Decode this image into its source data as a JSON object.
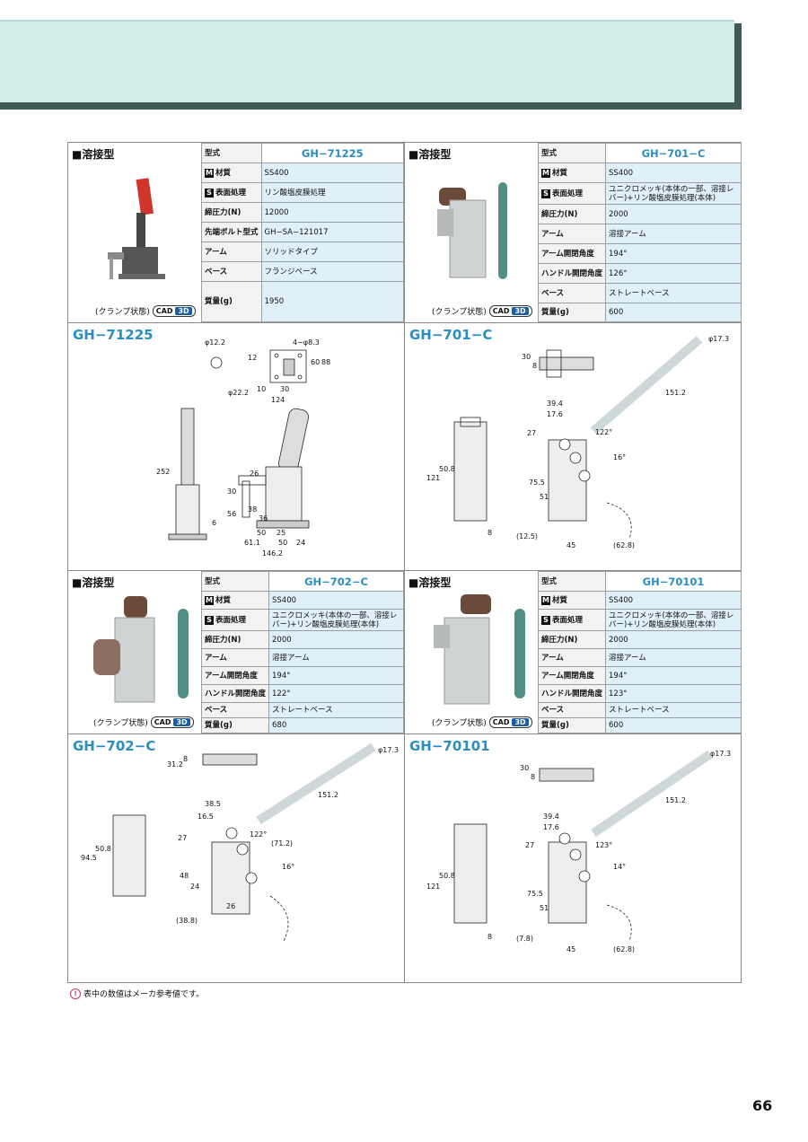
{
  "page": {
    "number": "66"
  },
  "note": {
    "icon": "info-icon",
    "text": "表中の数値はメーカ参考値です。"
  },
  "products": [
    {
      "section": "■溶接型",
      "model_label": "型式",
      "model": "GH−71225",
      "specs": [
        {
          "badge": "M",
          "label": "材質",
          "value": "SS400"
        },
        {
          "badge": "S",
          "label": "表面処理",
          "value": "リン酸塩皮膜処理"
        },
        {
          "badge": "",
          "label": "締圧力(N)",
          "value": "12000"
        },
        {
          "badge": "",
          "label": "先端ボルト型式",
          "value": "GH−SA−121017"
        },
        {
          "badge": "",
          "label": "アーム",
          "value": "ソリッドタイプ"
        },
        {
          "badge": "",
          "label": "ベース",
          "value": "フランジベース"
        },
        {
          "badge": "",
          "label": "質量(g)",
          "value": "1950"
        }
      ],
      "caption": "(クランプ状態)",
      "cad": "CAD",
      "cad3d": "3D",
      "drawing_title": "GH−71225"
    },
    {
      "section": "■溶接型",
      "model_label": "型式",
      "model": "GH−701−C",
      "specs": [
        {
          "badge": "M",
          "label": "材質",
          "value": "SS400"
        },
        {
          "badge": "S",
          "label": "表面処理",
          "value": "ユニクロメッキ(本体の一部、溶接レバー)+リン酸塩皮膜処理(本体)"
        },
        {
          "badge": "",
          "label": "締圧力(N)",
          "value": "2000"
        },
        {
          "badge": "",
          "label": "アーム",
          "value": "溶接アーム"
        },
        {
          "badge": "",
          "label": "アーム開閉角度",
          "value": "194°"
        },
        {
          "badge": "",
          "label": "ハンドル開閉角度",
          "value": "126°"
        },
        {
          "badge": "",
          "label": "ベース",
          "value": "ストレートベース"
        },
        {
          "badge": "",
          "label": "質量(g)",
          "value": "600"
        }
      ],
      "caption": "(クランプ状態)",
      "cad": "CAD",
      "cad3d": "3D",
      "drawing_title": "GH−701−C"
    },
    {
      "section": "■溶接型",
      "model_label": "型式",
      "model": "GH−702−C",
      "specs": [
        {
          "badge": "M",
          "label": "材質",
          "value": "SS400"
        },
        {
          "badge": "S",
          "label": "表面処理",
          "value": "ユニクロメッキ(本体の一部、溶接レバー)+リン酸塩皮膜処理(本体)"
        },
        {
          "badge": "",
          "label": "締圧力(N)",
          "value": "2000"
        },
        {
          "badge": "",
          "label": "アーム",
          "value": "溶接アーム"
        },
        {
          "badge": "",
          "label": "アーム開閉角度",
          "value": "194°"
        },
        {
          "badge": "",
          "label": "ハンドル開閉角度",
          "value": "122°"
        },
        {
          "badge": "",
          "label": "ベース",
          "value": "ストレートベース"
        },
        {
          "badge": "",
          "label": "質量(g)",
          "value": "680"
        }
      ],
      "caption": "(クランプ状態)",
      "cad": "CAD",
      "cad3d": "3D",
      "drawing_title": "GH−702−C"
    },
    {
      "section": "■溶接型",
      "model_label": "型式",
      "model": "GH−70101",
      "specs": [
        {
          "badge": "M",
          "label": "材質",
          "value": "SS400"
        },
        {
          "badge": "S",
          "label": "表面処理",
          "value": "ユニクロメッキ(本体の一部、溶接レバー)+リン酸塩皮膜処理(本体)"
        },
        {
          "badge": "",
          "label": "締圧力(N)",
          "value": "2000"
        },
        {
          "badge": "",
          "label": "アーム",
          "value": "溶接アーム"
        },
        {
          "badge": "",
          "label": "アーム開閉角度",
          "value": "194°"
        },
        {
          "badge": "",
          "label": "ハンドル開閉角度",
          "value": "123°"
        },
        {
          "badge": "",
          "label": "ベース",
          "value": "ストレートベース"
        },
        {
          "badge": "",
          "label": "質量(g)",
          "value": "600"
        }
      ],
      "caption": "(クランプ状態)",
      "cad": "CAD",
      "cad3d": "3D",
      "drawing_title": "GH−70101"
    }
  ],
  "dims": {
    "d1": [
      "φ12.2",
      "12",
      "4−φ8.3",
      "60",
      "88",
      "φ22.2",
      "10",
      "30",
      "124",
      "252",
      "30",
      "26",
      "56",
      "38",
      "36",
      "6",
      "50",
      "25",
      "61.1",
      "50",
      "24",
      "146.2"
    ],
    "d2": [
      "φ17.3",
      "30",
      "8",
      "151.2",
      "39.4",
      "17.6",
      "27",
      "122°",
      "16°",
      "121",
      "50.8",
      "75.5",
      "51",
      "(12.5)",
      "8",
      "45",
      "(62.8)"
    ],
    "d3": [
      "φ17.3",
      "31.2",
      "8",
      "151.2",
      "38.5",
      "16.5",
      "27",
      "122°",
      "(71.2)",
      "16°",
      "94.5",
      "50.8",
      "48",
      "24",
      "26",
      "(38.8)"
    ],
    "d4": [
      "φ17.3",
      "30",
      "8",
      "151.2",
      "39.4",
      "17.6",
      "27",
      "123°",
      "14°",
      "121",
      "50.8",
      "75.5",
      "51",
      "(7.8)",
      "8",
      "45",
      "(62.8)"
    ]
  }
}
